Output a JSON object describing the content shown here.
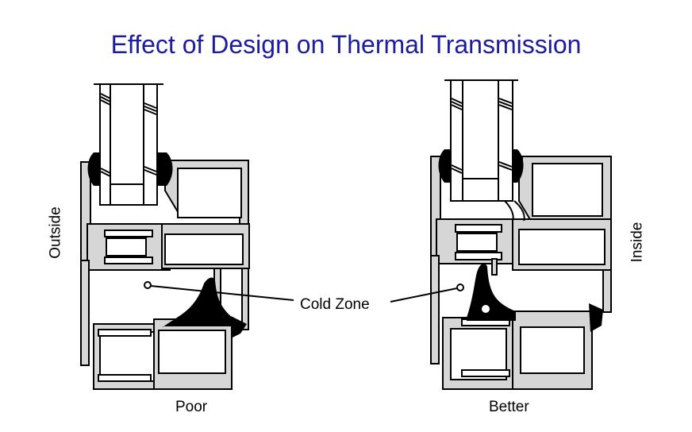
{
  "title": "Effect of Design on Thermal Transmission",
  "labels": {
    "outside": "Outside",
    "inside": "Inside",
    "cold_zone": "Cold Zone",
    "poor": "Poor",
    "better": "Better"
  },
  "colors": {
    "title": "#1c1c9c",
    "profile_fill": "#d6d6d6"
  }
}
